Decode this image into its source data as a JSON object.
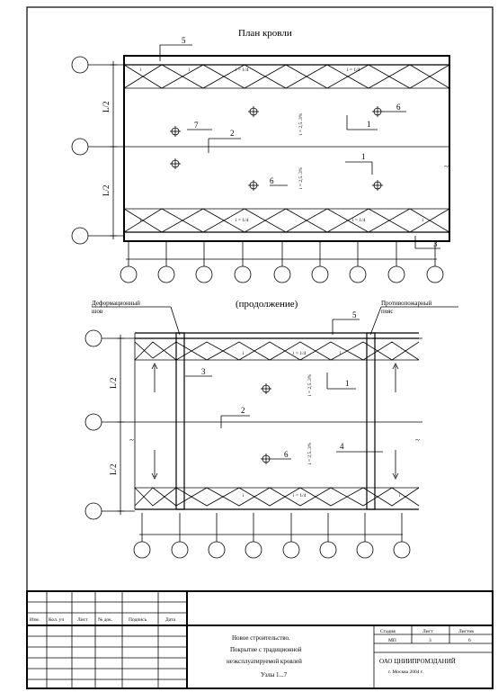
{
  "plan1": {
    "title": "План кровли",
    "span_top": "L/2",
    "span_bottom": "L/2",
    "slope_a": "i = 1/4",
    "slope_b": "i = 2,5..3%",
    "slope_c": "i",
    "callouts": [
      "5",
      "7",
      "2",
      "6",
      "1",
      "6",
      "1",
      "3"
    ]
  },
  "plan2": {
    "subtitle": "(продолжение)",
    "joint_label_l1": "Деформационный",
    "joint_label_l2": "шов",
    "fire_label_l1": "Противопожарный",
    "fire_label_l2": "пояс",
    "span_top": "L/2",
    "span_bottom": "L/2",
    "slope_a": "i = 1/4",
    "slope_b": "i = 2,5..3%",
    "slope_c": "i",
    "callouts": [
      "5",
      "3",
      "1",
      "2",
      "4",
      "6"
    ]
  },
  "stamp": {
    "headers": [
      "Изм.",
      "Кол. уч",
      "Лист",
      "№ док.",
      "Подпись",
      "Дата"
    ],
    "desc_line1": "Новое строительство.",
    "desc_line2": "Покрытие с традиционной",
    "desc_line3": "неэксплуатируемой кровлей",
    "desc_line4": "Узлы 1...7",
    "stage_label": "Стадия",
    "sheet_label": "Лист",
    "sheets_label": "Листов",
    "stage_value": "МП",
    "sheet_value": "3",
    "sheets_value": "6",
    "org_line1": "ОАО ЦНИИПРОМЗДАНИЙ",
    "org_line2": "г. Москва 2004 г."
  }
}
